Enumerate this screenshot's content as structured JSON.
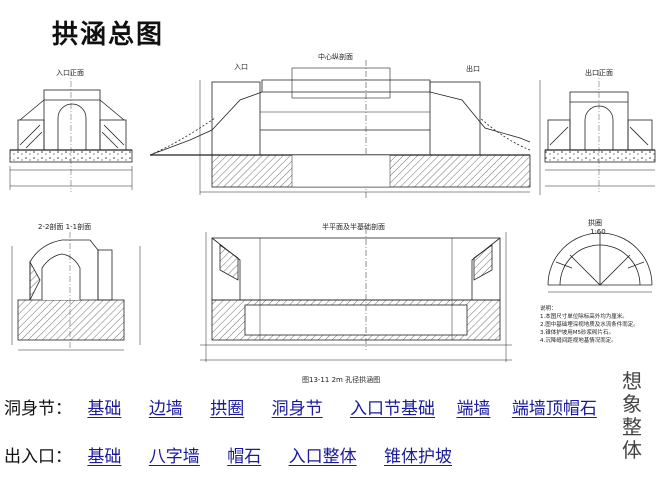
{
  "title": "拱涵总图",
  "captions": {
    "entrance_elevation": "入口正面",
    "center_longitudinal": "中心纵剖面",
    "entrance": "入口",
    "exit": "出口",
    "exit_elevation": "出口正面",
    "section_22_11": "2-2剖面   1-1剖面",
    "half_plan": "半平面及半基础剖面",
    "arch_ring": "拱圈",
    "arch_scale": "1:60",
    "figure_caption": "图13-11 2m 孔径拱涵图"
  },
  "notes": {
    "heading": "说明：",
    "lines": [
      "1.本图尺寸单位除标高外均为厘米。",
      "2.图中基础埋深视地质及水流条件而定。",
      "3.锥体护坡用M5砂浆砌片石。",
      "4.沉降缝间距视地基情况而定。"
    ]
  },
  "nav": {
    "body_label": "洞身节：",
    "body_items": [
      "基础",
      "边墙",
      "拱圈",
      "洞身节",
      "入口节基础",
      "端墙",
      "端墙顶帽石"
    ],
    "inout_label": "出入口：",
    "inout_items": [
      "基础",
      "八字墙",
      "帽石",
      "入口整体",
      "锥体护坡"
    ]
  },
  "side_text": "想象整体"
}
